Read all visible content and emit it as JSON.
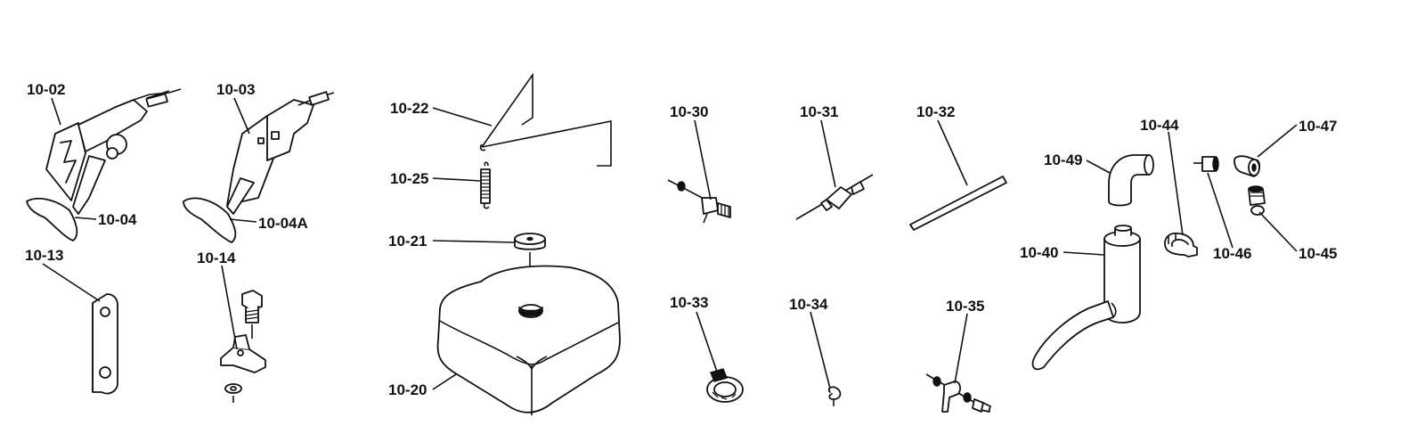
{
  "diagram": {
    "labels": {
      "p10_02": "10-02",
      "p10_03": "10-03",
      "p10_04": "10-04",
      "p10_04A": "10-04A",
      "p10_13": "10-13",
      "p10_14": "10-14",
      "p10_22": "10-22",
      "p10_25": "10-25",
      "p10_21": "10-21",
      "p10_20": "10-20",
      "p10_30": "10-30",
      "p10_31": "10-31",
      "p10_32": "10-32",
      "p10_33": "10-33",
      "p10_34": "10-34",
      "p10_35": "10-35",
      "p10_44": "10-44",
      "p10_47": "10-47",
      "p10_49": "10-49",
      "p10_40": "10-40",
      "p10_46": "10-46",
      "p10_45": "10-45"
    }
  }
}
